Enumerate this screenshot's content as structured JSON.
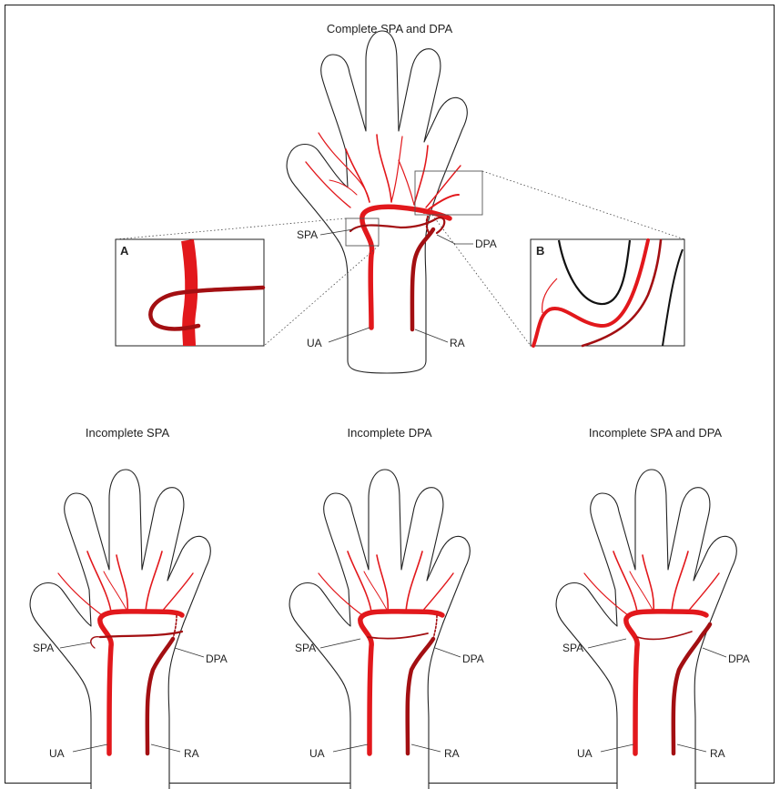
{
  "figure": {
    "panels": [
      {
        "id": "main",
        "title": "Complete SPA and DPA"
      },
      {
        "id": "p1",
        "title": "Incomplete SPA"
      },
      {
        "id": "p2",
        "title": "Incomplete DPA"
      },
      {
        "id": "p3",
        "title": "Incomplete SPA and DPA"
      }
    ],
    "vessel_labels": {
      "spa": "SPA",
      "dpa": "DPA",
      "ua": "UA",
      "ra": "RA"
    },
    "insets": {
      "a": "A",
      "b": "B"
    }
  },
  "colors": {
    "artery_bright": "#e2181c",
    "artery_dark": "#a30f12",
    "outline": "#222222"
  }
}
